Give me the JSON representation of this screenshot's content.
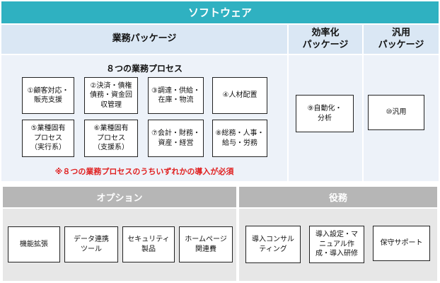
{
  "header": {
    "title": "ソフトウェア"
  },
  "columns": {
    "business": "業務パッケージ",
    "efficiency": "効率化\nパッケージ",
    "general": "汎用\nパッケージ"
  },
  "processes": {
    "title": "８つの業務プロセス",
    "items": [
      "①顧客対応・\n販売支援",
      "②決済・債権\n債務・資金回\n収管理",
      "③調達・供給・\n在庫・物流",
      "④人材配置",
      "⑤業種固有\nプロセス\n（実行系）",
      "⑥業種固有\nプロセス\n（支援系）",
      "⑦会計・財務・\n資産・経営",
      "⑧総務・人事・\n給与・労務"
    ],
    "note": "※８つの業務プロセスのうちいずれかの導入が必須"
  },
  "efficiency_item": "⑨自動化・\n分析",
  "general_item": "⑩汎用",
  "options": {
    "title": "オプション",
    "items": [
      "機能拡張",
      "データ連携\nツール",
      "セキュリティ\n製品",
      "ホームページ\n関連費"
    ]
  },
  "services": {
    "title": "役務",
    "items": [
      "導入コンサル\nティング",
      "導入設定・マ\nニュアル作\n成・導入研修",
      "保守サポート"
    ]
  },
  "colors": {
    "teal": "#2fb1c1",
    "light_blue": "#dae7f4",
    "gray_banner": "#b6b6b6",
    "red_note": "#e02020"
  }
}
